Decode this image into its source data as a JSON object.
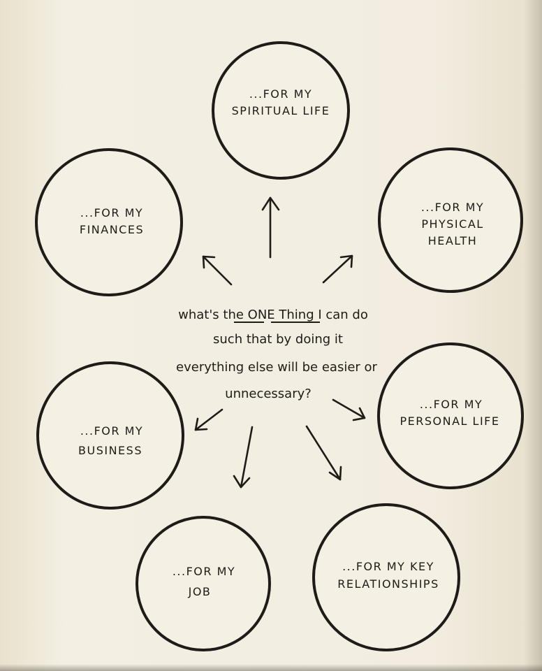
{
  "question": {
    "lines": [
      "what's the ONE Thing I can do",
      "such that by doing it",
      "everything else will be easier or",
      "unnecessary?"
    ],
    "emphasis": [
      "ONE",
      "Thing"
    ]
  },
  "nodes": [
    {
      "id": "spiritual",
      "line1": "...FOR MY",
      "line2": "SPIRITUAL LIFE",
      "line3": ""
    },
    {
      "id": "physical",
      "line1": "...FOR MY",
      "line2": "PHYSICAL",
      "line3": "HEALTH"
    },
    {
      "id": "personal",
      "line1": "...FOR MY",
      "line2": "PERSONAL LIFE",
      "line3": ""
    },
    {
      "id": "relationships",
      "line1": "...FOR MY KEY",
      "line2": "RELATIONSHIPS",
      "line3": ""
    },
    {
      "id": "job",
      "line1": "...FOR MY",
      "line2": "JOB",
      "line3": ""
    },
    {
      "id": "business",
      "line1": "...FOR MY",
      "line2": "BUSINESS",
      "line3": ""
    },
    {
      "id": "finances",
      "line1": "...FOR MY",
      "line2": "FINANCES",
      "line3": ""
    }
  ],
  "colors": {
    "ink": "#1e1b18",
    "paper": "#f2ede0"
  }
}
